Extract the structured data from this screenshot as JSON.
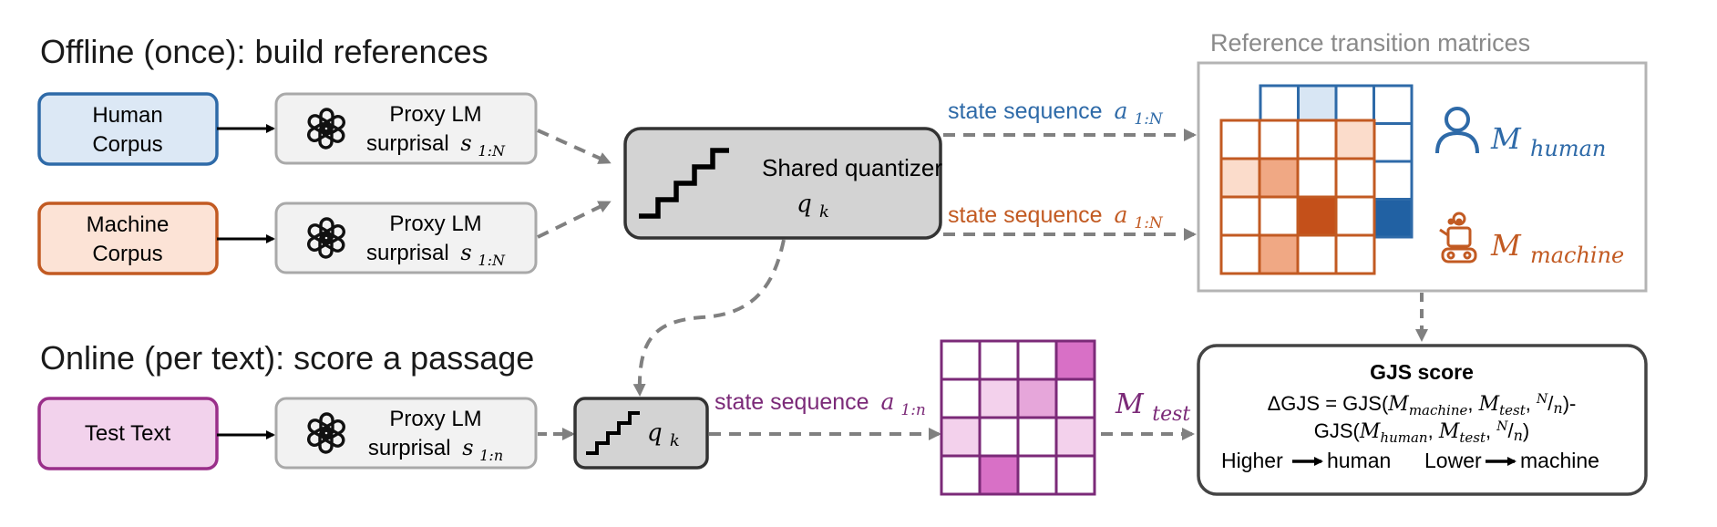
{
  "offline": {
    "title": "Offline (once): build references",
    "human_corpus": [
      "Human",
      "Corpus"
    ],
    "machine_corpus": [
      "Machine",
      "Corpus"
    ],
    "proxy_label": "Proxy LM",
    "surprisal_label": "surprisal",
    "surprisal_var": "s",
    "surprisal_sub_N": "1:N",
    "quantizer_label": "Shared quantizer",
    "quantizer_var": "q",
    "quantizer_sub": "k",
    "state_sequence_label": "state sequence",
    "state_var": "a",
    "state_sub_N": "1:N"
  },
  "references": {
    "title": "Reference transition matrices",
    "m_var": "M",
    "human_sub": "human",
    "machine_sub": "machine",
    "human_cells": [
      [
        0,
        1,
        0,
        0
      ],
      [
        0,
        0,
        0,
        0
      ],
      [
        0,
        0,
        0,
        0
      ],
      [
        0,
        0,
        0,
        3
      ]
    ],
    "machine_cells": [
      [
        0,
        0,
        0,
        1
      ],
      [
        1,
        2,
        0,
        0
      ],
      [
        0,
        0,
        3,
        0
      ],
      [
        0,
        2,
        0,
        0
      ]
    ]
  },
  "online": {
    "title": "Online (per text): score a passage",
    "test_text": "Test Text",
    "proxy_label": "Proxy LM",
    "surprisal_label": "surprisal",
    "surprisal_var": "s",
    "surprisal_sub_n": "1:n",
    "quantizer_var": "q",
    "quantizer_sub": "k",
    "state_sequence_label": "state sequence",
    "state_var": "a",
    "state_sub_n": "1:n",
    "test_sub": "test",
    "test_cells": [
      [
        0,
        0,
        0,
        3
      ],
      [
        0,
        1,
        2,
        0
      ],
      [
        1,
        0,
        0,
        1
      ],
      [
        0,
        3,
        0,
        0
      ]
    ]
  },
  "gjs": {
    "title": "GJS score",
    "line1_prefix": "ΔGJS = GJS(",
    "line1_suffix": ")-",
    "line2_prefix": "GJS(",
    "line2_suffix": ")",
    "N": "N",
    "n": "n",
    "higher": "Higher",
    "human": "human",
    "lower": "Lower",
    "machine": "machine"
  },
  "colors": {
    "human_border": "#2e6aa8",
    "human_fill": "#dce8f5",
    "machine_border": "#c25a22",
    "machine_fill": "#fce3d6",
    "test_border": "#9a2f8a",
    "test_fill": "#f2d2ec",
    "gray_border": "#a9a9a9",
    "gray_fill": "#f2f2f2",
    "quantizer_fill": "#d3d3d3",
    "dashed_arrow": "#808080",
    "human_text": "#2e6aa8",
    "machine_text": "#c25a22",
    "test_text": "#7b2a78"
  }
}
